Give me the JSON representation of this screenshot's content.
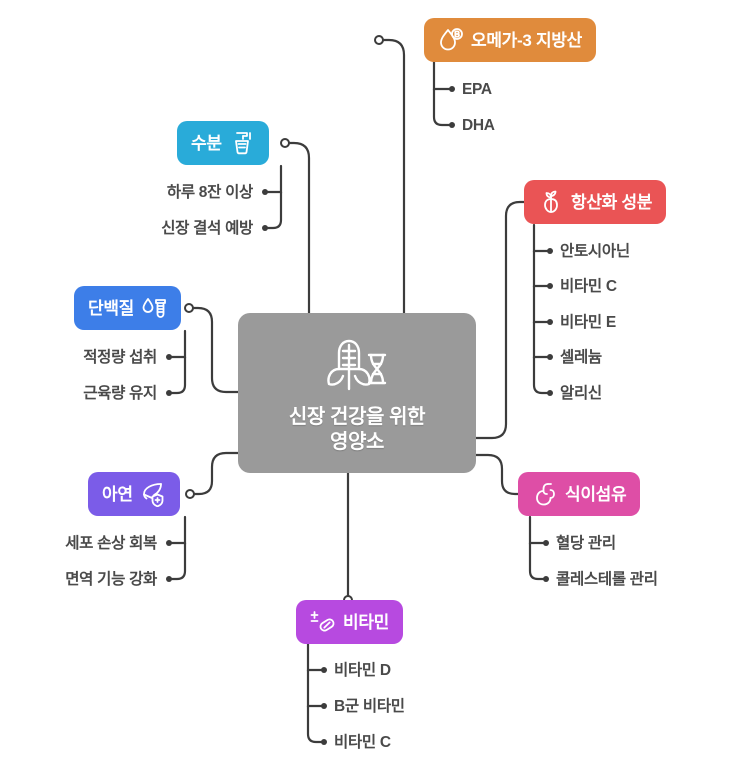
{
  "diagram": {
    "type": "mind-map",
    "title": "신장 건강을 위한 영양소",
    "central": {
      "label_line1": "신장 건강을 위한",
      "label_line2": "영양소",
      "icon": "corn-dna-icon",
      "color": "#9a9a9a"
    },
    "branches": [
      {
        "id": "omega3",
        "label": "오메가-3 지방산",
        "icon": "droplet-b-icon",
        "color": "#e08b3c",
        "side": "right",
        "children": [
          "EPA",
          "DHA"
        ]
      },
      {
        "id": "antioxidant",
        "label": "항산화 성분",
        "icon": "sprout-berry-icon",
        "color": "#ea5455",
        "side": "right",
        "children": [
          "안토시아닌",
          "비타민 C",
          "비타민 E",
          "셀레늄",
          "알리신"
        ]
      },
      {
        "id": "fiber",
        "label": "식이섬유",
        "icon": "stomach-icon",
        "color": "#de4ea6",
        "side": "right",
        "children": [
          "혈당 관리",
          "콜레스테롤 관리"
        ]
      },
      {
        "id": "vitamin",
        "label": "비타민",
        "icon": "pill-plus-icon",
        "color": "#b74ae0",
        "side": "bottom",
        "children": [
          "비타민 D",
          "B군 비타민",
          "비타민 C"
        ]
      },
      {
        "id": "zinc",
        "label": "아연",
        "icon": "leaf-shield-icon",
        "color": "#7b5ce8",
        "side": "left",
        "children": [
          "세포 손상 회복",
          "면역 기능 강화"
        ]
      },
      {
        "id": "protein",
        "label": "단백질",
        "icon": "droplet-tube-icon",
        "color": "#3d7ee8",
        "side": "left",
        "children": [
          "적정량 섭취",
          "근육량 유지"
        ]
      },
      {
        "id": "water",
        "label": "수분",
        "icon": "faucet-glass-icon",
        "color": "#29abd9",
        "side": "left",
        "children": [
          "하루 8잔 이상",
          "신장 결석 예방"
        ]
      }
    ],
    "wire_color": "#3c3c3c",
    "leaf_text_color": "#4a4a4a",
    "background": "#ffffff"
  }
}
